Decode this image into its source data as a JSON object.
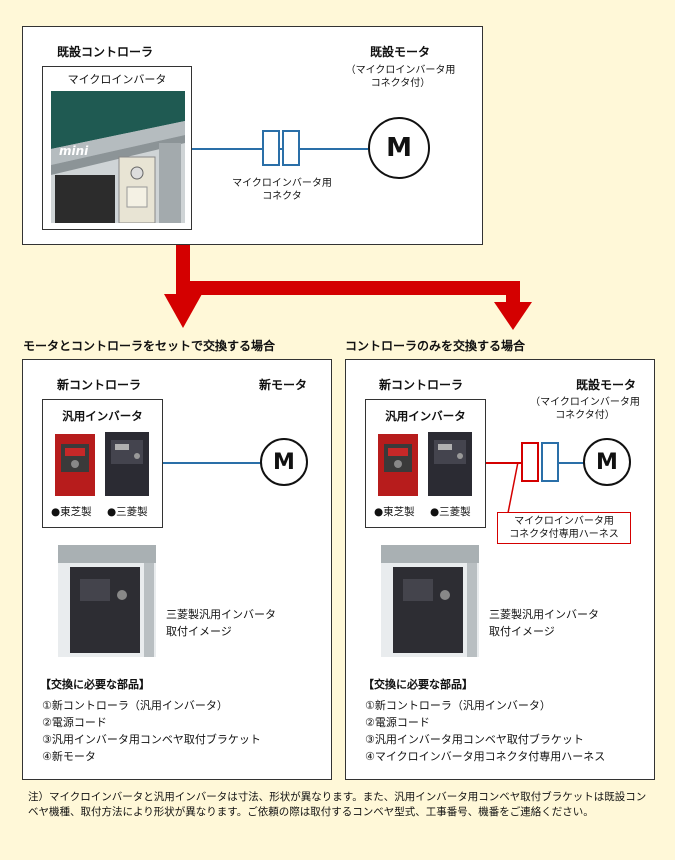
{
  "top": {
    "existing_controller": "既設コントローラ",
    "micro_inverter": "マイクロインバータ",
    "existing_motor": "既設モータ",
    "motor_note_line1": "（マイクロインバータ用",
    "motor_note_line2": "コネクタ付）",
    "connector_line1": "マイクロインバータ用",
    "connector_line2": "コネクタ",
    "motor_symbol": "M"
  },
  "left": {
    "heading": "モータとコントローラをセットで交換する場合",
    "new_controller": "新コントローラ",
    "new_motor": "新モータ",
    "general_inverter": "汎用インバータ",
    "maker1": "●東芝製",
    "maker2": "●三菱製",
    "image_caption_line1": "三菱製汎用インバータ",
    "image_caption_line2": "取付イメージ",
    "parts_title": "【交換に必要な部品】",
    "parts": [
      "①新コントローラ（汎用インバータ）",
      "②電源コード",
      "③汎用インバータ用コンベヤ取付ブラケット",
      "④新モータ"
    ],
    "motor_symbol": "M"
  },
  "right": {
    "heading": "コントローラのみを交換する場合",
    "new_controller": "新コントローラ",
    "existing_motor": "既設モータ",
    "motor_note_line1": "（マイクロインバータ用",
    "motor_note_line2": "コネクタ付）",
    "general_inverter": "汎用インバータ",
    "maker1": "●東芝製",
    "maker2": "●三菱製",
    "harness_line1": "マイクロインバータ用",
    "harness_line2": "コネクタ付専用ハーネス",
    "image_caption_line1": "三菱製汎用インバータ",
    "image_caption_line2": "取付イメージ",
    "parts_title": "【交換に必要な部品】",
    "parts": [
      "①新コントローラ（汎用インバータ）",
      "②電源コード",
      "③汎用インバータ用コンベヤ取付ブラケット",
      "④マイクロインバータ用コネクタ付専用ハーネス"
    ],
    "motor_symbol": "M"
  },
  "footnote": "注）マイクロインバータと汎用インバータは寸法、形状が異なります。また、汎用インバータ用コンベヤ取付ブラケットは既設コンベヤ機種、取付方法により形状が異なります。ご依頼の際は取付するコンベヤ型式、工事番号、機番をご連絡ください。",
  "colors": {
    "background": "#fff8d8",
    "arrow": "#d40000",
    "wire": "#2a6fa8",
    "harness": "#d40000"
  }
}
